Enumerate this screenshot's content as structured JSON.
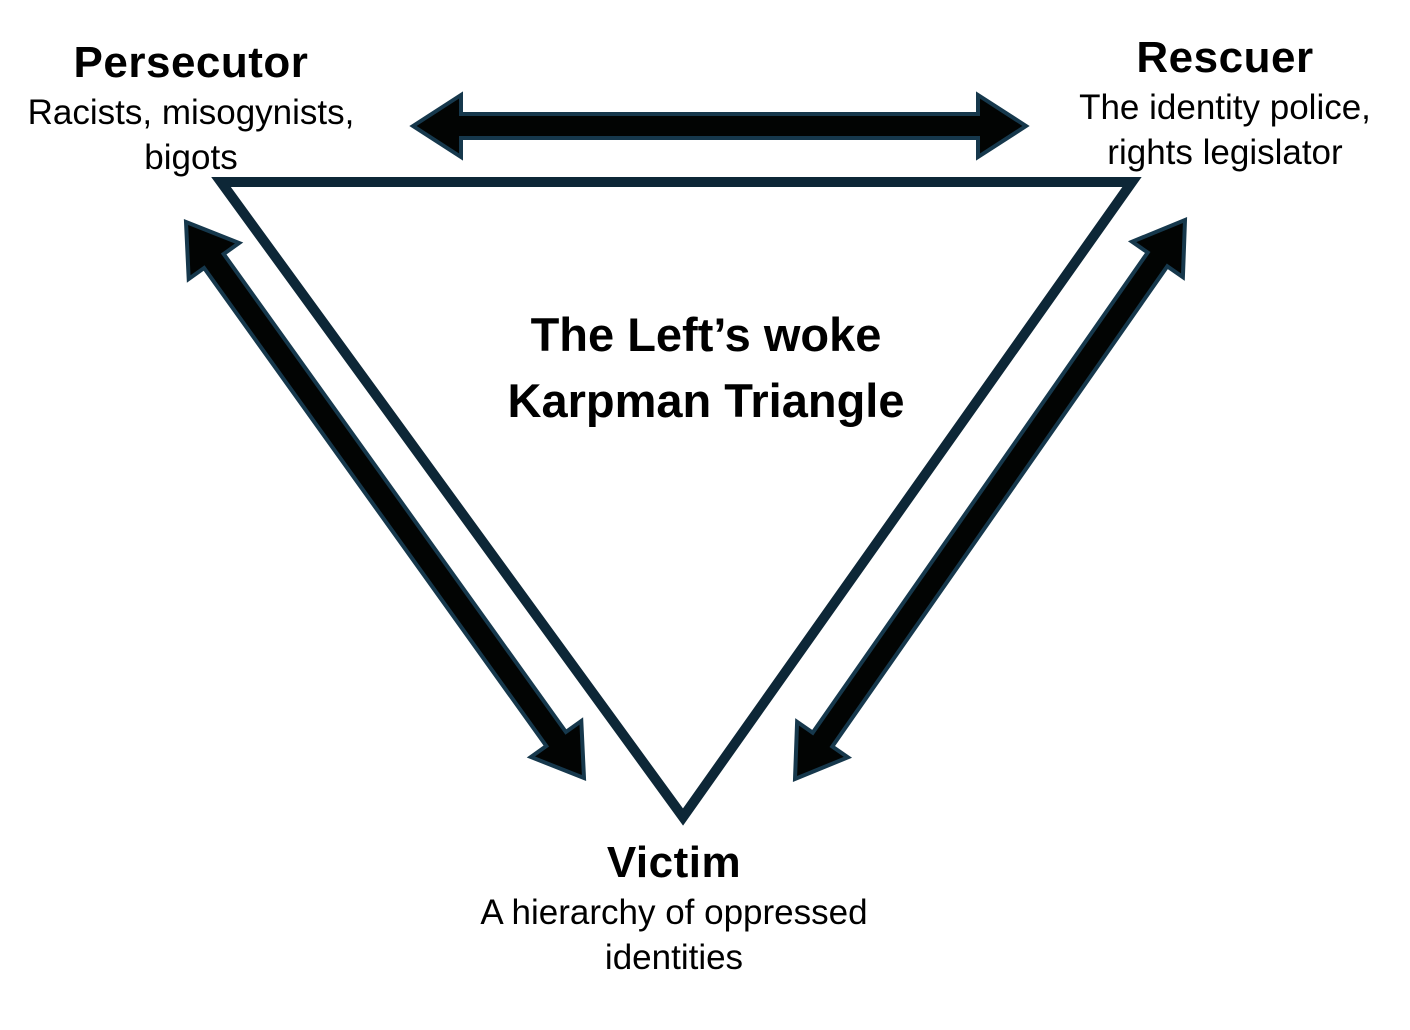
{
  "diagram": {
    "center_title": "The Left’s woke\nKarpman Triangle",
    "nodes": [
      {
        "id": "persecutor",
        "label": "Persecutor",
        "description": "Racists, misogynists,\nbigots",
        "position": "top-left"
      },
      {
        "id": "rescuer",
        "label": "Rescuer",
        "description": "The identity police,\nrights legislator",
        "position": "top-right"
      },
      {
        "id": "victim",
        "label": "Victim",
        "description": "A hierarchy of oppressed\nidentities",
        "position": "bottom"
      }
    ],
    "connections": [
      {
        "from": "persecutor",
        "to": "rescuer",
        "bidirectional": true
      },
      {
        "from": "persecutor",
        "to": "victim",
        "bidirectional": true
      },
      {
        "from": "victim",
        "to": "rescuer",
        "bidirectional": true
      }
    ]
  },
  "colors": {
    "background": "#ffffff",
    "text": "#000000",
    "triangle_outline": "#0d2737",
    "arrow_fill": "#020403",
    "arrow_outline": "#16384c"
  }
}
